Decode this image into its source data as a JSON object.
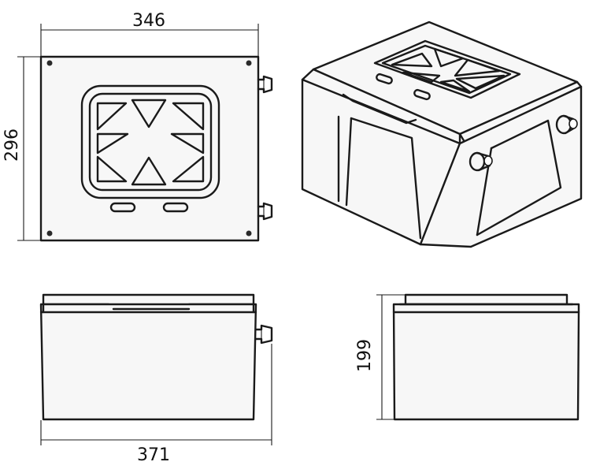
{
  "dimensions": {
    "top_width": "346",
    "top_depth": "296",
    "front_width": "371",
    "side_height": "199"
  }
}
